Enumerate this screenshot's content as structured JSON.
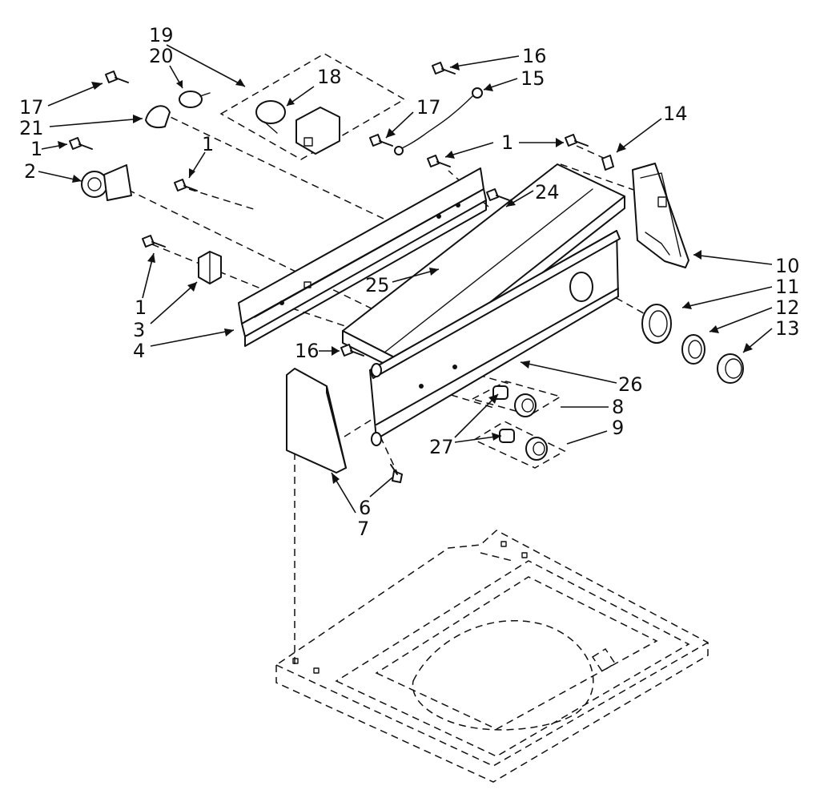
{
  "callouts": [
    {
      "id": "c19",
      "text": "19"
    },
    {
      "id": "c20",
      "text": "20"
    },
    {
      "id": "c18",
      "text": "18"
    },
    {
      "id": "c17a",
      "text": "17"
    },
    {
      "id": "c21",
      "text": "21"
    },
    {
      "id": "c1a",
      "text": "1"
    },
    {
      "id": "c2",
      "text": "2"
    },
    {
      "id": "c1b",
      "text": "1"
    },
    {
      "id": "c16a",
      "text": "16"
    },
    {
      "id": "c15",
      "text": "15"
    },
    {
      "id": "c17b",
      "text": "17"
    },
    {
      "id": "c1c",
      "text": "1"
    },
    {
      "id": "c14",
      "text": "14"
    },
    {
      "id": "c24",
      "text": "24"
    },
    {
      "id": "c10",
      "text": "10"
    },
    {
      "id": "c11",
      "text": "11"
    },
    {
      "id": "c12",
      "text": "12"
    },
    {
      "id": "c13",
      "text": "13"
    },
    {
      "id": "c25",
      "text": "25"
    },
    {
      "id": "c1d",
      "text": "1"
    },
    {
      "id": "c3",
      "text": "3"
    },
    {
      "id": "c4",
      "text": "4"
    },
    {
      "id": "c16b",
      "text": "16"
    },
    {
      "id": "c26",
      "text": "26"
    },
    {
      "id": "c8",
      "text": "8"
    },
    {
      "id": "c9",
      "text": "9"
    },
    {
      "id": "c27",
      "text": "27"
    },
    {
      "id": "c6",
      "text": "6"
    },
    {
      "id": "c7",
      "text": "7"
    }
  ]
}
